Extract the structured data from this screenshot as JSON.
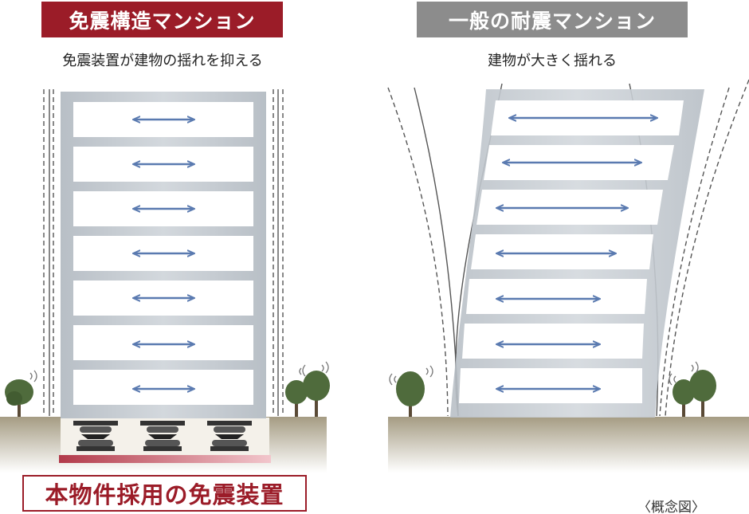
{
  "left_panel": {
    "title": "免震構造マンション",
    "subtitle": "免震装置が建物の揺れを抑える",
    "device_label": "本物件採用の免震装置"
  },
  "right_panel": {
    "title": "一般の耐震マンション",
    "subtitle": "建物が大きく揺れる"
  },
  "note": "〈概念図〉",
  "colors": {
    "left_title_bg": "#9b1c28",
    "right_title_bg": "#8c8c8c",
    "arrow": "#5a7ab0",
    "ground": "#a8a08a",
    "tree": "#4f6b3c"
  },
  "icons": {
    "arrow": "double-headed-arrow-icon",
    "tree": "tree-icon",
    "isolator": "seismic-isolator-icon"
  }
}
